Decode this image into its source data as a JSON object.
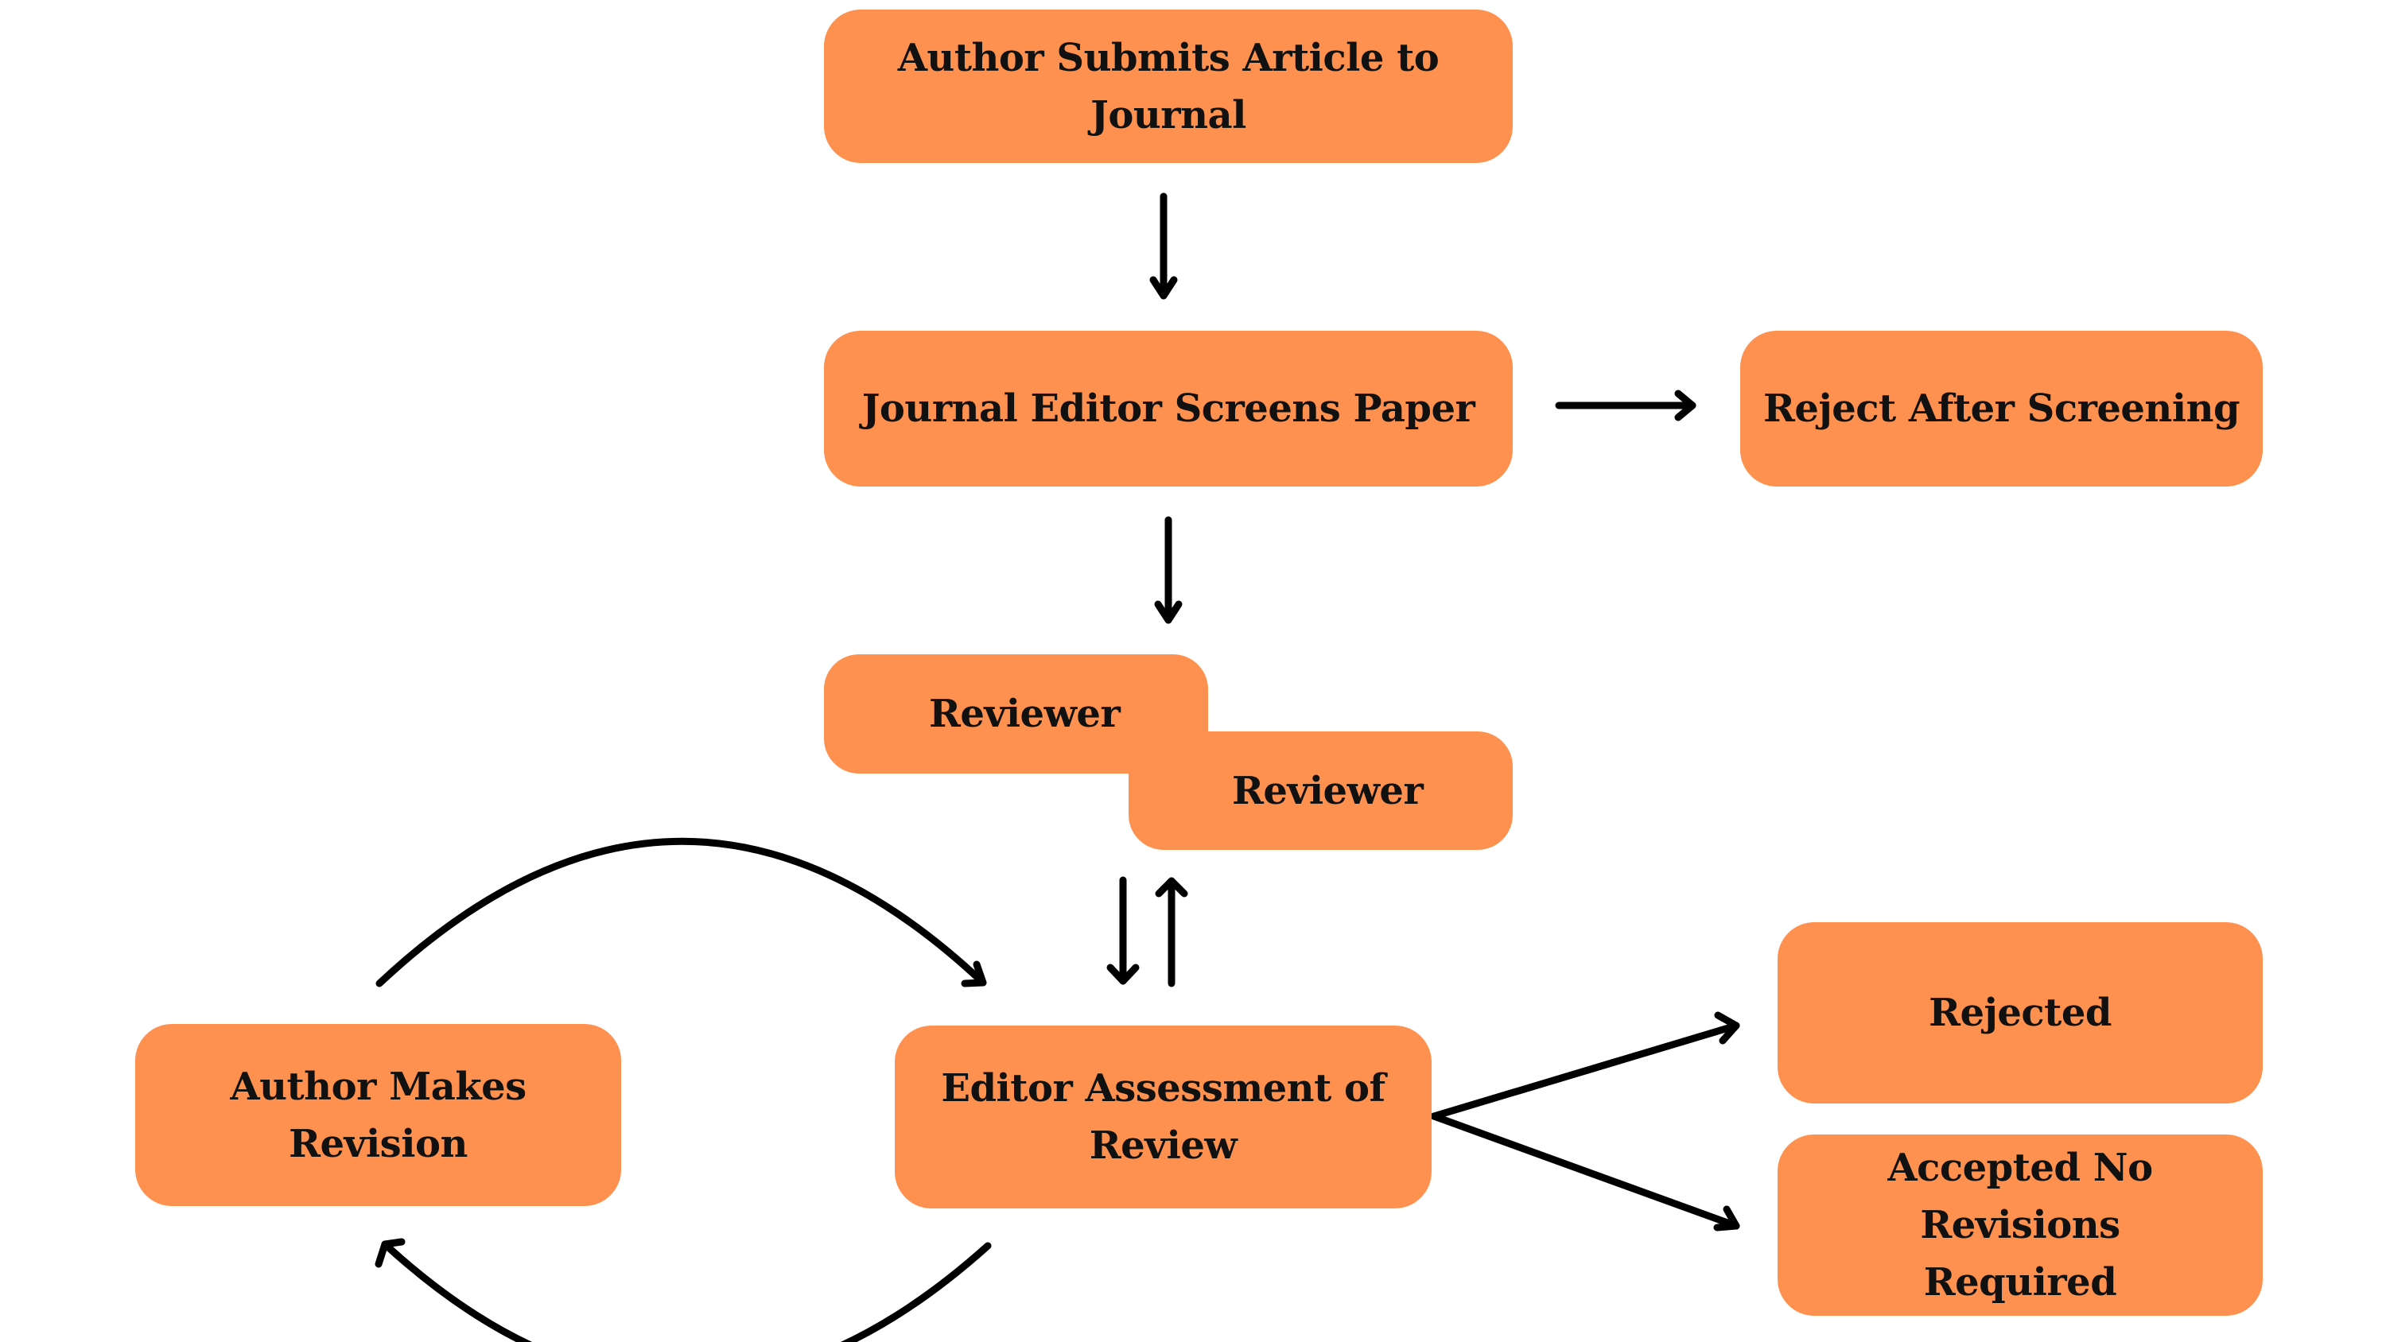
{
  "diagram": {
    "title": "Peer Review Process Flowchart",
    "colors": {
      "node_fill": "#fe914f",
      "text": "#111111",
      "arrow": "#000000",
      "background": "#ffffff"
    },
    "nodes": {
      "submit": {
        "label": "Author Submits Article to Journal"
      },
      "screen": {
        "label": "Journal Editor Screens Paper"
      },
      "reject_screening": {
        "label": "Reject After Screening"
      },
      "reviewer_1": {
        "label": "Reviewer"
      },
      "reviewer_2": {
        "label": "Reviewer"
      },
      "editor_assessment": {
        "line1": "Editor Assessment of",
        "line2": "Review"
      },
      "author_revision": {
        "label": "Author Makes Revision"
      },
      "rejected": {
        "label": "Rejected"
      },
      "accepted": {
        "line1": "Accepted No Revisions",
        "line2": "Required"
      }
    },
    "edges": [
      {
        "from": "submit",
        "to": "screen",
        "type": "straight-arrow"
      },
      {
        "from": "screen",
        "to": "reject_screening",
        "type": "straight-arrow"
      },
      {
        "from": "screen",
        "to": "reviewers",
        "type": "straight-arrow"
      },
      {
        "from": "reviewers",
        "to": "editor_assessment",
        "type": "straight-arrow"
      },
      {
        "from": "editor_assessment",
        "to": "reviewers",
        "type": "straight-arrow"
      },
      {
        "from": "editor_assessment",
        "to": "rejected",
        "type": "straight-arrow"
      },
      {
        "from": "editor_assessment",
        "to": "accepted",
        "type": "straight-arrow"
      },
      {
        "from": "editor_assessment",
        "to": "author_revision",
        "type": "curved-arrow"
      },
      {
        "from": "author_revision",
        "to": "editor_assessment",
        "type": "curved-arrow"
      }
    ]
  }
}
